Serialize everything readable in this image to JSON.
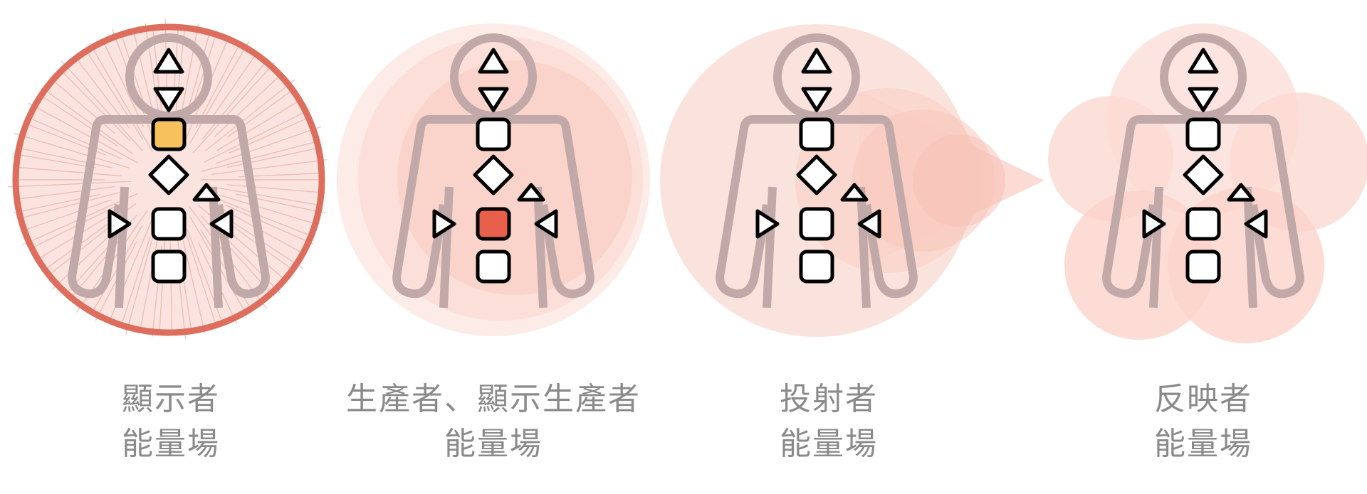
{
  "figures": [
    {
      "line1": "顯示者",
      "line2": "能量場",
      "aura": "open-radiant",
      "highlight_center": "throat",
      "highlight_color": "#f7c15d"
    },
    {
      "line1": "生產者、顯示生產者",
      "line2": "能量場",
      "aura": "enveloping",
      "highlight_center": "sacral",
      "highlight_color": "#e8604c"
    },
    {
      "line1": "投射者",
      "line2": "能量場",
      "aura": "focused-penetrating",
      "highlight_center": "",
      "highlight_color": ""
    },
    {
      "line1": "反映者",
      "line2": "能量場",
      "aura": "sampling",
      "highlight_center": "",
      "highlight_color": ""
    }
  ],
  "colors": {
    "body_outline": "#c2a9a9",
    "aura_fill": "#fad0c6",
    "aura_ring": "#dd6e5e",
    "caption_text": "#8a8a8a"
  }
}
